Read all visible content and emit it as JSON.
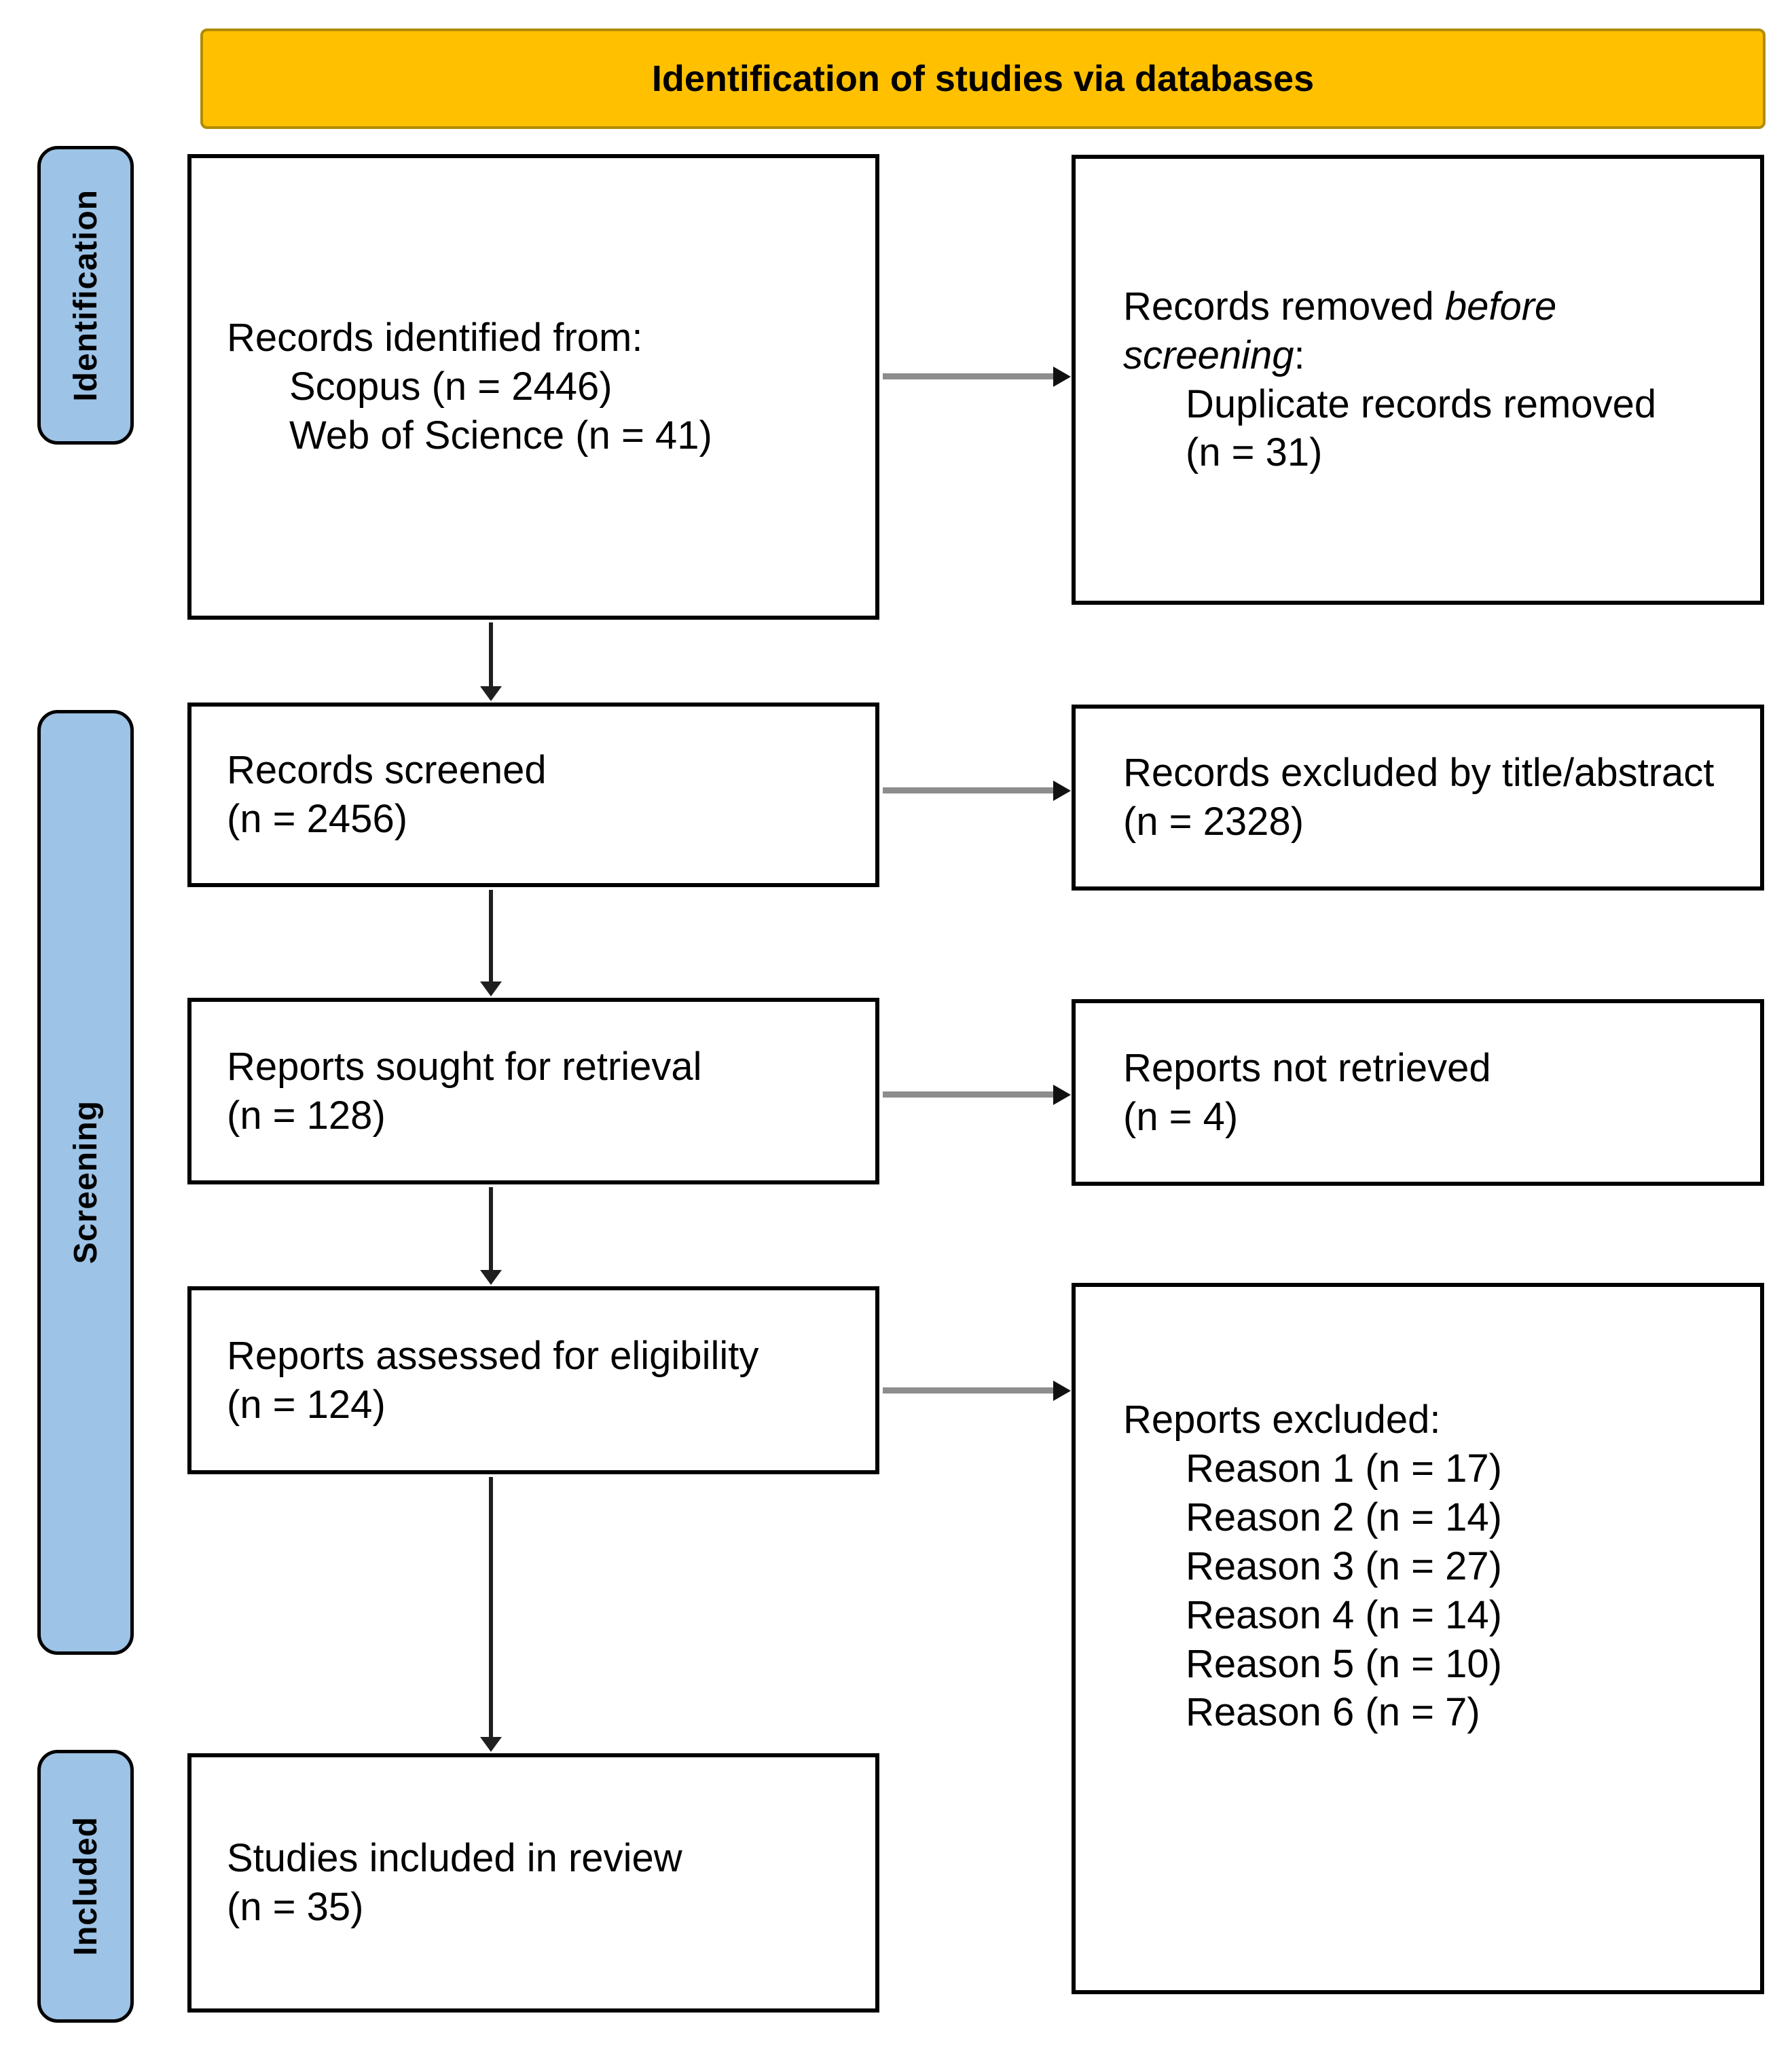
{
  "banner": {
    "title": "Identification of studies via databases"
  },
  "sidebar": {
    "identification": "Identification",
    "screening": "Screening",
    "included": "Included"
  },
  "flow": {
    "records_identified": {
      "line1": "Records identified from:",
      "line2": "Scopus (n = 2446)",
      "line3": "Web of Science (n = 41)"
    },
    "records_removed": {
      "line1_normal": "Records removed ",
      "line1_italic": "before",
      "line2_italic": "screening",
      "line2_colon": ":",
      "line3": "Duplicate records removed",
      "line4": "(n = 31)"
    },
    "records_screened": {
      "line1": "Records screened",
      "line2": "(n = 2456)"
    },
    "records_excluded": {
      "line1": "Records excluded by title/abstract",
      "line2": "(n = 2328)"
    },
    "reports_sought": {
      "line1": "Reports sought for retrieval",
      "line2": "(n = 128)"
    },
    "reports_not_retrieved": {
      "line1": "Reports not retrieved",
      "line2": "(n = 4)"
    },
    "reports_assessed": {
      "line1": "Reports assessed for eligibility",
      "line2": "(n = 124)"
    },
    "reports_excluded": {
      "title": "Reports excluded:",
      "reasons": [
        "Reason 1 (n = 17)",
        "Reason 2 (n = 14)",
        "Reason 3 (n = 27)",
        "Reason 4 (n = 14)",
        "Reason 5 (n = 10)",
        "Reason 6 (n = 7)"
      ]
    },
    "studies_included": {
      "line1": "Studies included in review",
      "line2": "(n = 35)"
    }
  },
  "colors": {
    "banner_bg": "#FFC000",
    "banner_edge": "#B18B00",
    "sidebar_bg": "#9DC3E6",
    "arrow_gray": "#8D8D8D",
    "arrow_dark": "#1F1F1F"
  }
}
